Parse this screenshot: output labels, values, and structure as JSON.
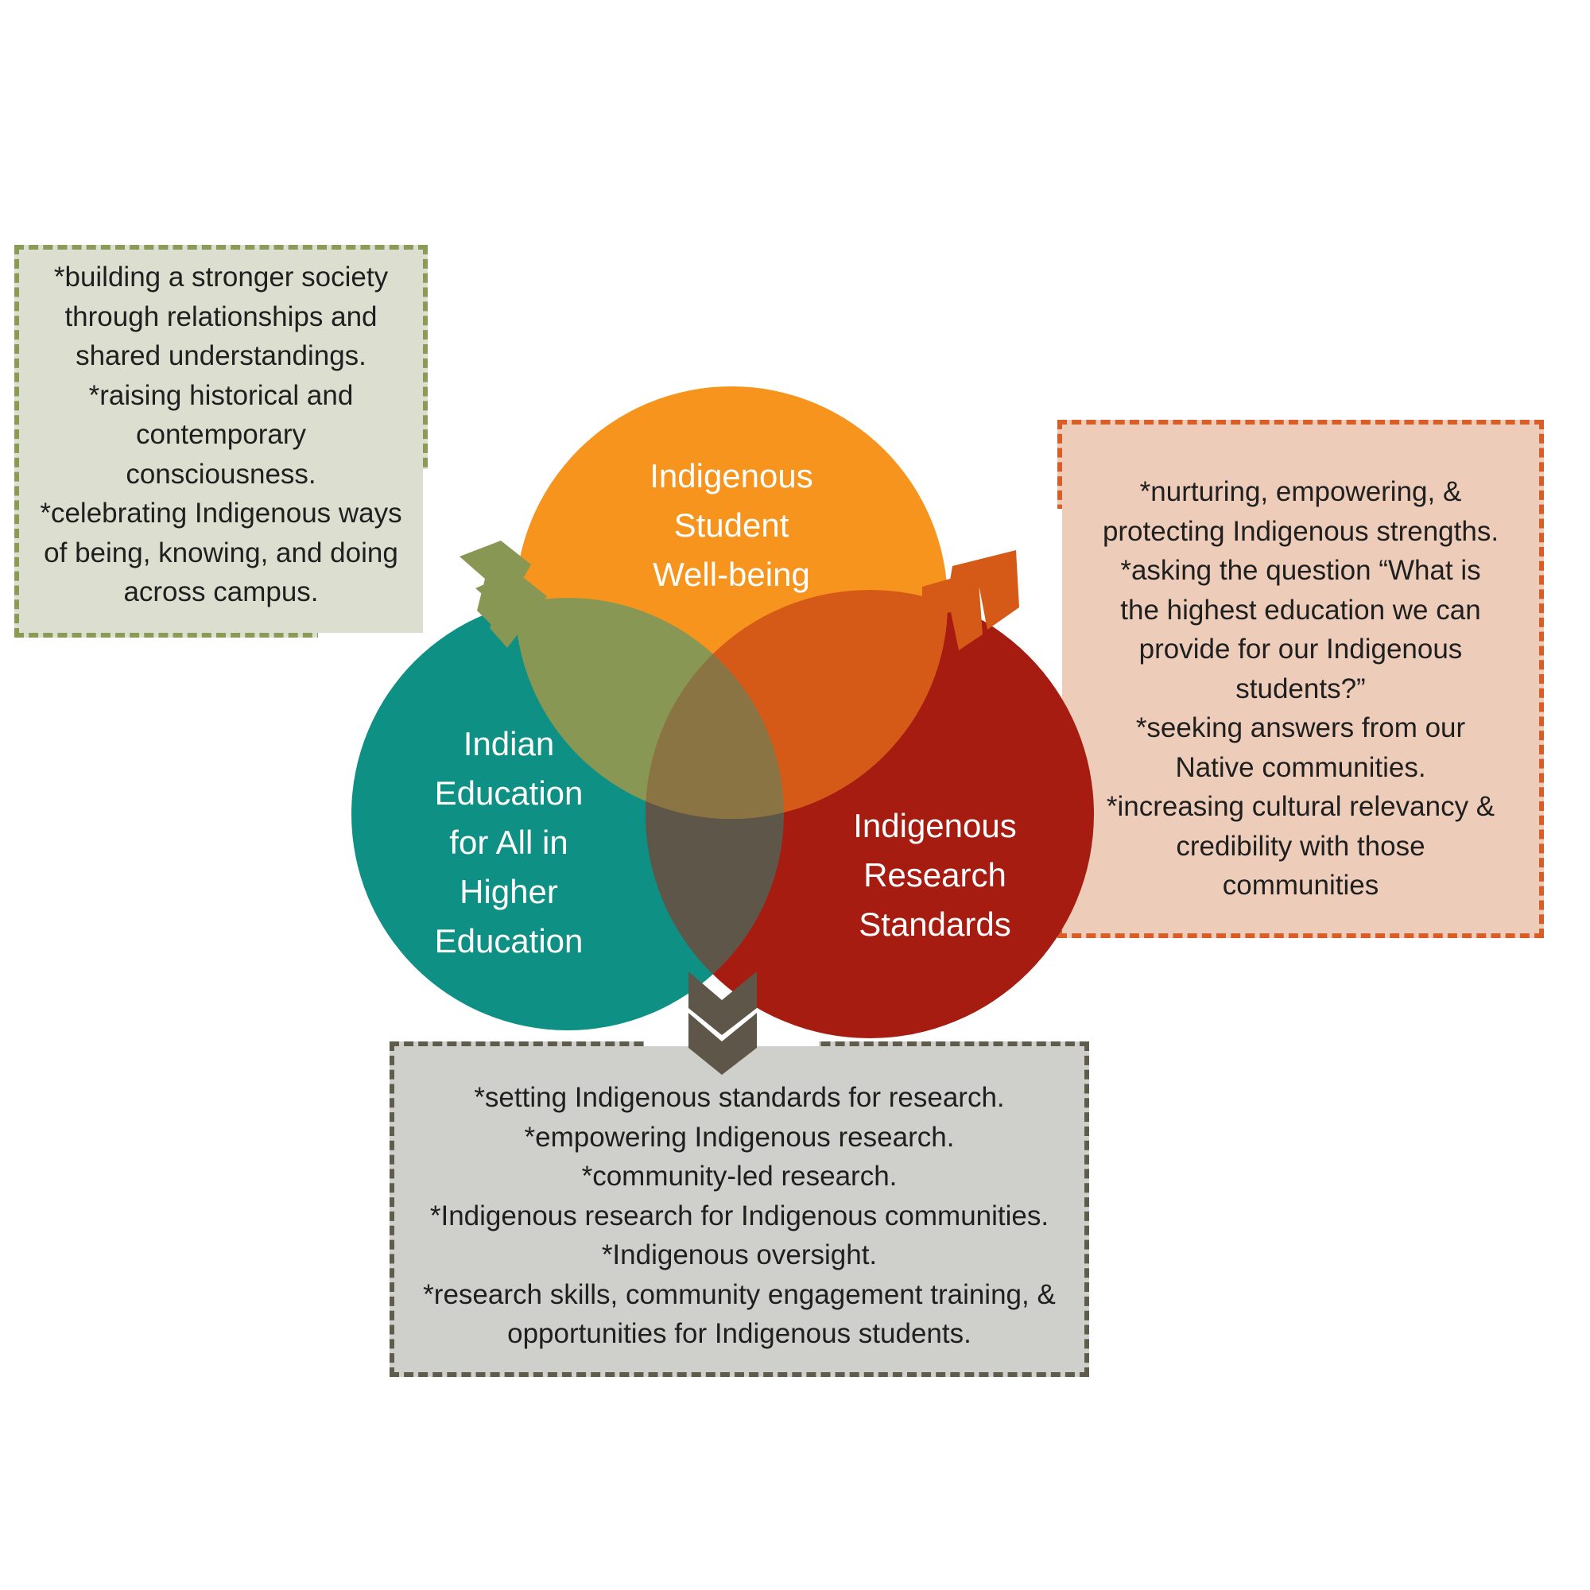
{
  "circles": {
    "top": {
      "lines": [
        "Indigenous",
        "Student",
        "Well-being"
      ],
      "color": "#f7941d"
    },
    "left": {
      "lines": [
        "Indian",
        "Education",
        "for All in",
        "Higher",
        "Education"
      ],
      "color": "#0e9184"
    },
    "right": {
      "lines": [
        "Indigenous",
        "Research",
        "Standards"
      ],
      "color": "#a71c11"
    }
  },
  "overlap_colors": {
    "top_left": "#889753",
    "top_right": "#d65a17",
    "left_right": "#5e5749",
    "center": "#8a7444"
  },
  "boxes": {
    "left": {
      "lines": [
        "*building a stronger society",
        "through relationships and",
        "shared understandings.",
        "*raising historical and",
        "contemporary",
        "consciousness.",
        "*celebrating Indigenous ways",
        "of being, knowing, and doing",
        "across campus."
      ],
      "fill": "#dcdfcf",
      "border": "#8a9a57"
    },
    "right": {
      "lines": [
        "*nurturing, empowering, &",
        "protecting Indigenous strengths.",
        "*asking the question “What is",
        "the highest education we can",
        "provide for our Indigenous",
        "students?”",
        "*seeking answers from our",
        "Native communities.",
        "*increasing cultural relevancy &",
        "credibility with those",
        "communities"
      ],
      "fill": "#edcdb9",
      "border": "#d95d26"
    },
    "bottom": {
      "lines": [
        "*setting Indigenous standards for research.",
        "*empowering Indigenous research.",
        "*community-led research.",
        "*Indigenous research for Indigenous communities.",
        "*Indigenous oversight.",
        "*research skills, community engagement training, &",
        "opportunities for Indigenous students."
      ],
      "fill": "#cfcfcb",
      "border": "#5f5c4c"
    }
  },
  "chevrons": {
    "left_color": "#889753",
    "right_color": "#d65a17",
    "bottom_color": "#5e5749",
    "icon_name": "double-chevron-icon"
  }
}
